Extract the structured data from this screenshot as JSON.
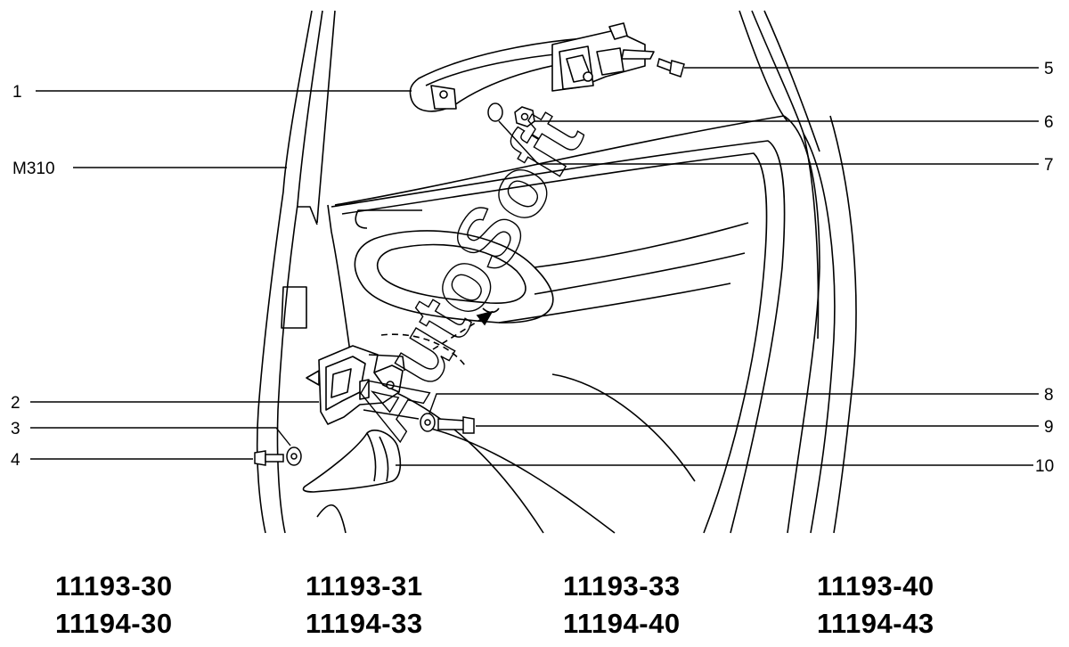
{
  "callouts": [
    {
      "id": "1",
      "label": "1"
    },
    {
      "id": "m310",
      "label": "M310"
    },
    {
      "id": "2",
      "label": "2"
    },
    {
      "id": "3",
      "label": "3"
    },
    {
      "id": "4",
      "label": "4"
    },
    {
      "id": "5",
      "label": "5"
    },
    {
      "id": "6",
      "label": "6"
    },
    {
      "id": "7",
      "label": "7"
    },
    {
      "id": "8",
      "label": "8"
    },
    {
      "id": "9",
      "label": "9"
    },
    {
      "id": "10",
      "label": "10"
    }
  ],
  "watermark": "AutoSoft",
  "model_codes": {
    "row1": [
      "11193-30",
      "11193-31",
      "11193-33",
      "11193-40"
    ],
    "row2": [
      "11194-30",
      "11194-33",
      "11194-40",
      "11194-43"
    ]
  },
  "colors": {
    "ink": "#000000",
    "background": "#ffffff"
  }
}
